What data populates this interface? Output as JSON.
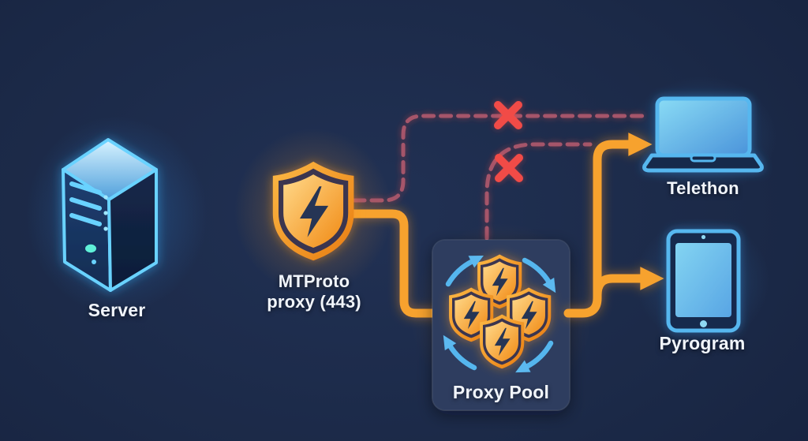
{
  "diagram": {
    "type": "network-architecture",
    "nodes": {
      "server": {
        "label": "Server",
        "icon": "server-icon"
      },
      "mtproto_proxy": {
        "label_line1": "MTProto",
        "label_line2": "proxy (443)",
        "icon": "shield-lightning-icon"
      },
      "proxy_pool": {
        "label": "Proxy Pool",
        "icon": "proxy-pool-shields-icon",
        "shield_count": 4
      },
      "telethon": {
        "label": "Telethon",
        "icon": "laptop-icon"
      },
      "pyrogram": {
        "label": "Pyrogram",
        "icon": "tablet-icon"
      }
    },
    "edges": [
      {
        "from": "server",
        "to": "mtproto_proxy",
        "style": "solid-blue-line"
      },
      {
        "from": "mtproto_proxy",
        "to": "proxy_pool",
        "style": "solid-orange-line"
      },
      {
        "from": "proxy_pool",
        "to": "telethon",
        "style": "orange-arrow"
      },
      {
        "from": "proxy_pool",
        "to": "pyrogram",
        "style": "orange-arrow"
      },
      {
        "from": "mtproto_proxy",
        "to": "telethon",
        "style": "dashed-blocked",
        "marker": "red-x"
      },
      {
        "from": "proxy_pool",
        "to": "telethon",
        "style": "dashed-blocked",
        "marker": "red-x"
      }
    ],
    "colors": {
      "background": "#1b2947",
      "panel": "#2d3d5e",
      "accent_orange": "#f7a22f",
      "blocked_x_red": "#f14c46",
      "blocked_dash_rose": "#a5556a",
      "device_blue": "#57b7ef",
      "link_blue": "#7ed6f7",
      "rotation_arrow_blue": "#55b6ee",
      "label_text": "#f1f5fb"
    },
    "icons": [
      "server-icon",
      "shield-lightning-icon",
      "proxy-pool-shields-icon",
      "rotation-arrows-icon",
      "laptop-icon",
      "tablet-icon",
      "blocked-x-icon",
      "arrow-right-icon"
    ]
  }
}
